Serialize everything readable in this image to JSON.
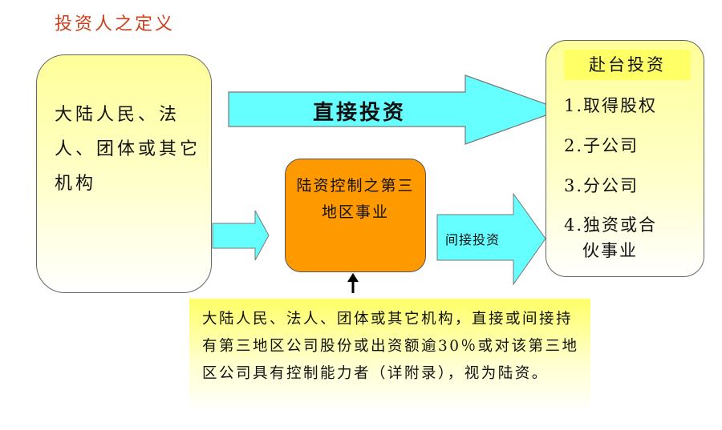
{
  "title": "投资人之定义",
  "investor_box": {
    "text": "大陆人民、法人、团体或其它机构"
  },
  "direct_arrow": {
    "label": "直接投资"
  },
  "controlled_entity": {
    "text": "陆资控制之第三地区事业"
  },
  "indirect_arrow": {
    "label": "间接投资"
  },
  "taiwan_investment": {
    "heading": "赴台投资",
    "items": [
      "1.取得股权",
      "2.子公司",
      "3.分公司",
      "4.独资或合",
      "伙事业"
    ]
  },
  "definition_note": {
    "text": "大陆人民、法人、团体或其它机构，直接或间接持有第三地区公司股份或出资额逾30％或对该第三地区公司具有控制能力者（详附录），视为陆资。"
  },
  "colors": {
    "title": "#c8401c",
    "arrow": "#66ffff",
    "entity": "#ff9900",
    "highlight": "#ffff66"
  }
}
